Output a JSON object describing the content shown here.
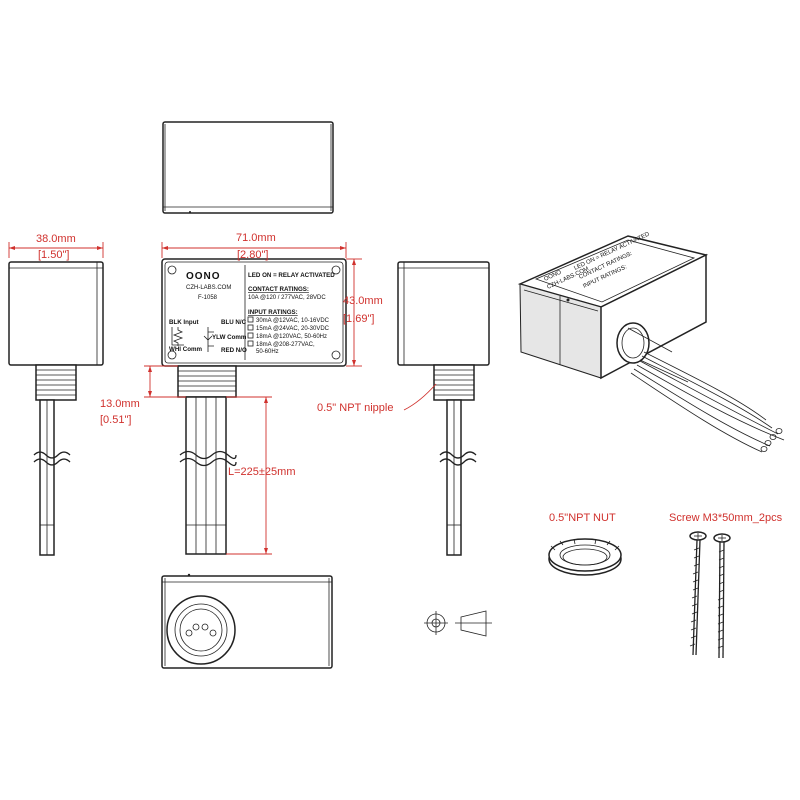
{
  "dimensions": {
    "width_mm": "38.0mm",
    "width_in": "[1.50\"]",
    "length_mm": "71.0mm",
    "length_in": "[2.80\"]",
    "height_mm": "43.0mm",
    "height_in": "[1.69\"]",
    "nipple_mm": "13.0mm",
    "nipple_in": "[0.51\"]",
    "lead_length": "L=225±25mm"
  },
  "callouts": {
    "nipple": "0.5\" NPT nipple",
    "nut": "0.5\"NPT NUT",
    "screw": "Screw M3*50mm_2pcs"
  },
  "label": {
    "brand": "OONO",
    "website": "CZH-LABS.COM",
    "model": "F-1058",
    "led_note": "LED ON = RELAY ACTIVATED",
    "contact_title": "CONTACT RATINGS:",
    "contact_value": "10A @120 / 277VAC, 28VDC",
    "input_title": "INPUT RATINGS:",
    "inputs": [
      "30mA @12VAC, 10-16VDC",
      "15mA @24VAC, 20-30VDC",
      "18mA @120VAC, 50-60Hz",
      "18mA @208-277VAC,",
      "50-60Hz"
    ],
    "wires": {
      "blk": "BLK Input",
      "blu": "BLU N/C",
      "ylw": "YLW Comm",
      "whi": "WHI Comm",
      "red": "RED N/O"
    }
  },
  "colors": {
    "dimension": "#d0312d",
    "outline": "#222222"
  }
}
